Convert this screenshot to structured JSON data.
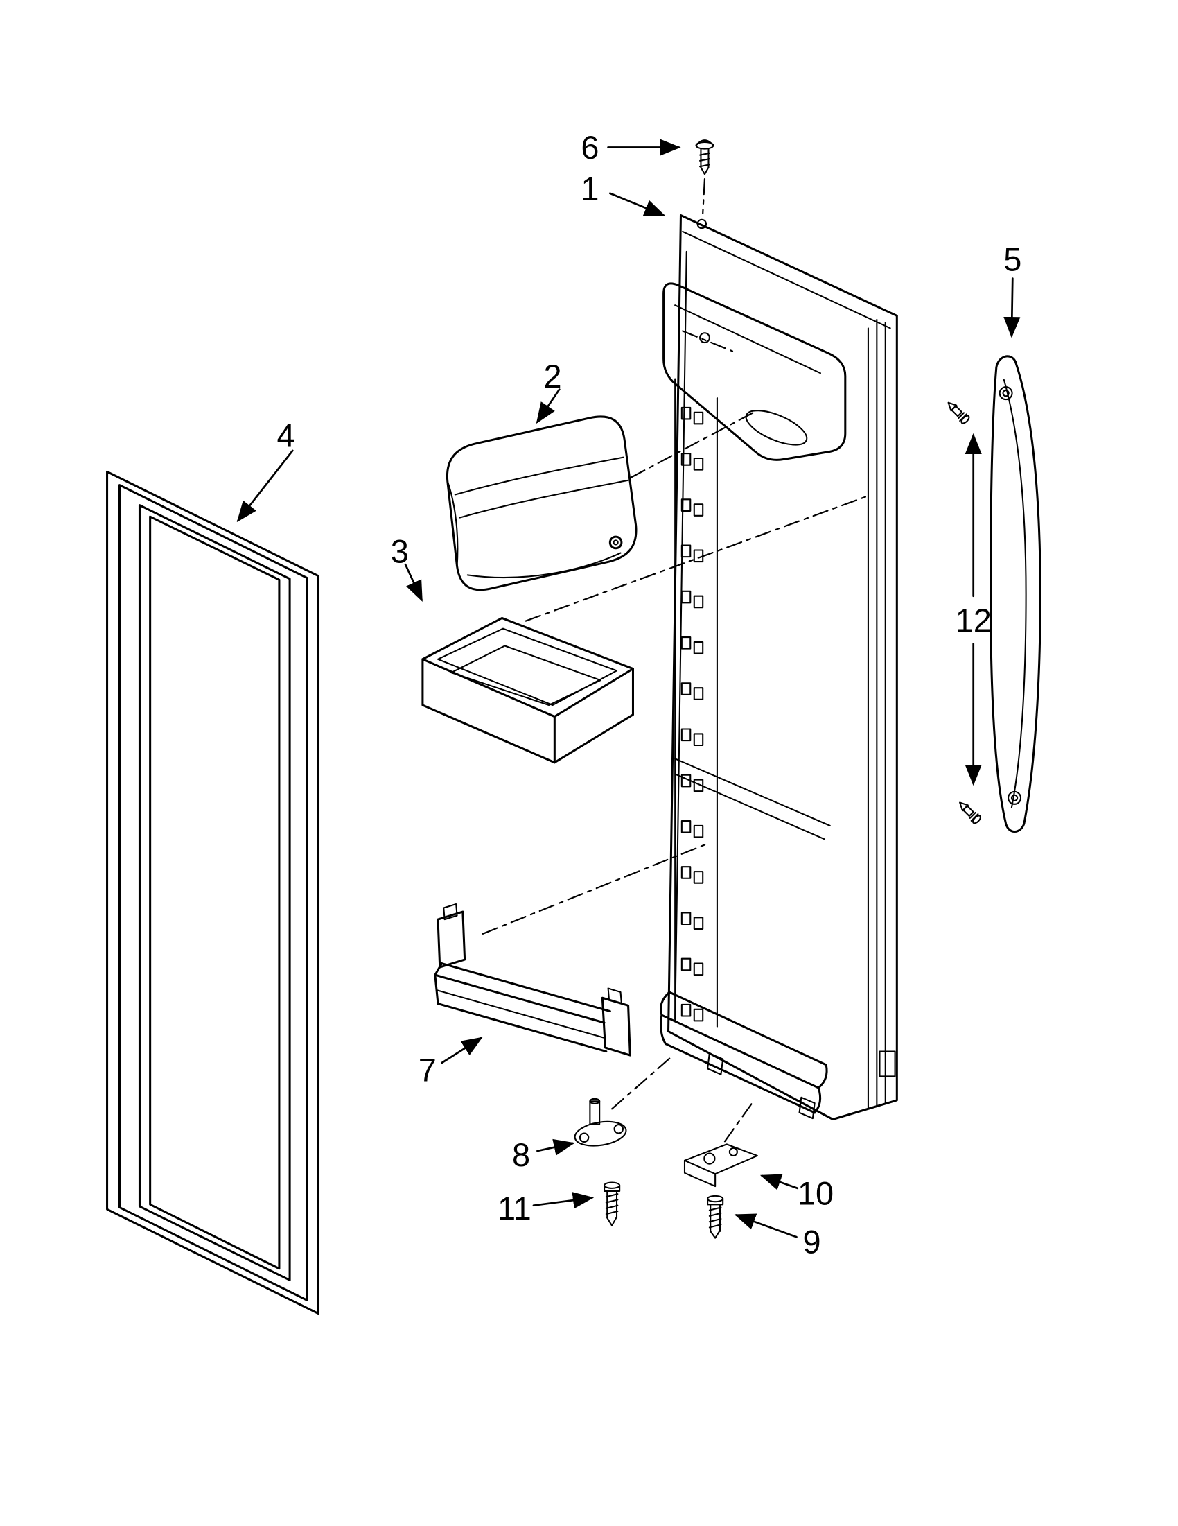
{
  "colors": {
    "line": "#000000",
    "background": "#ffffff"
  },
  "callouts": [
    {
      "label": "1"
    },
    {
      "label": "2"
    },
    {
      "label": "3"
    },
    {
      "label": "4"
    },
    {
      "label": "5"
    },
    {
      "label": "6"
    },
    {
      "label": "7"
    },
    {
      "label": "8"
    },
    {
      "label": "9"
    },
    {
      "label": "10"
    },
    {
      "label": "11"
    },
    {
      "label": "12"
    }
  ]
}
